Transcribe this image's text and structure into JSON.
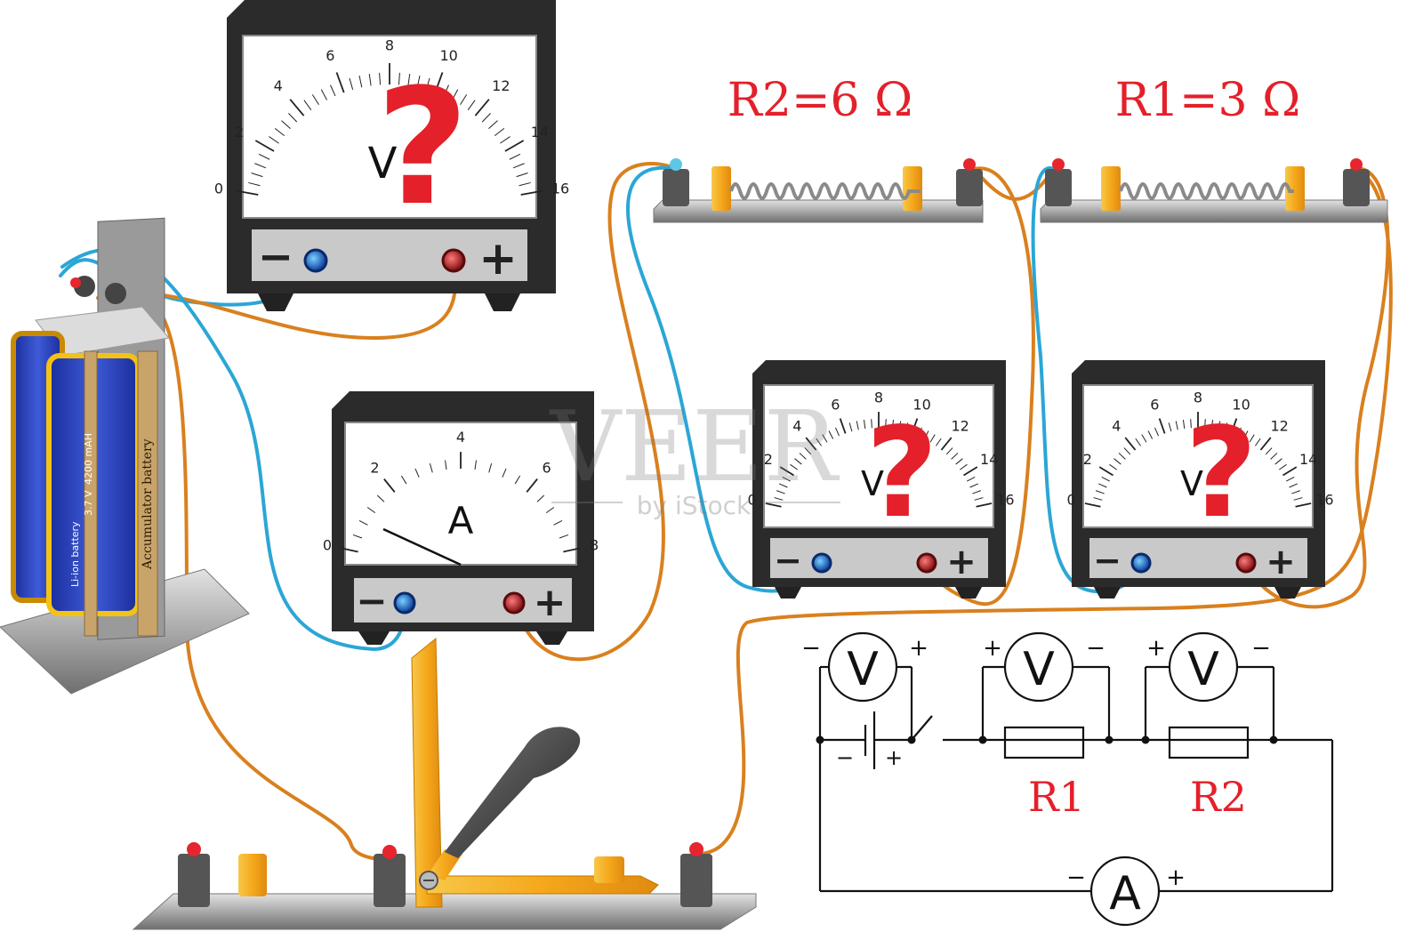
{
  "labels": {
    "r2": "R2=6 Ω",
    "r1": "R1=3 Ω"
  },
  "battery": {
    "line1": "Li-ion battery",
    "line2": "3.7 V",
    "line3": "4200 mAH",
    "side": "Accumulator battery"
  },
  "meters": {
    "voltmeter_main": {
      "unit": "V",
      "mark": "?",
      "scale": [
        "0",
        "2",
        "4",
        "6",
        "8",
        "10",
        "12",
        "14",
        "16"
      ]
    },
    "ammeter": {
      "unit": "A",
      "scale": [
        "0",
        "2",
        "4",
        "6",
        "8"
      ]
    },
    "voltmeter_r2": {
      "unit": "V",
      "mark": "?",
      "scale": [
        "0",
        "2",
        "4",
        "6",
        "8",
        "10",
        "12",
        "14",
        "16"
      ]
    },
    "voltmeter_r1": {
      "unit": "V",
      "mark": "?",
      "scale": [
        "0",
        "2",
        "4",
        "6",
        "8",
        "10",
        "12",
        "14",
        "16"
      ]
    },
    "terminal_minus": "−",
    "terminal_plus": "+"
  },
  "schematic": {
    "v": "V",
    "a": "A",
    "r1": "R1",
    "r2": "R2",
    "plus": "+",
    "minus": "−"
  },
  "watermark": {
    "main": "VEER",
    "sub": "by iStock"
  },
  "colors": {
    "label_red": "#e4202a",
    "wire_blue": "#2ba6d6",
    "wire_orange": "#d9801e",
    "meter_body": "#2b2b2b",
    "switch_yellow": "#f5b21b"
  }
}
